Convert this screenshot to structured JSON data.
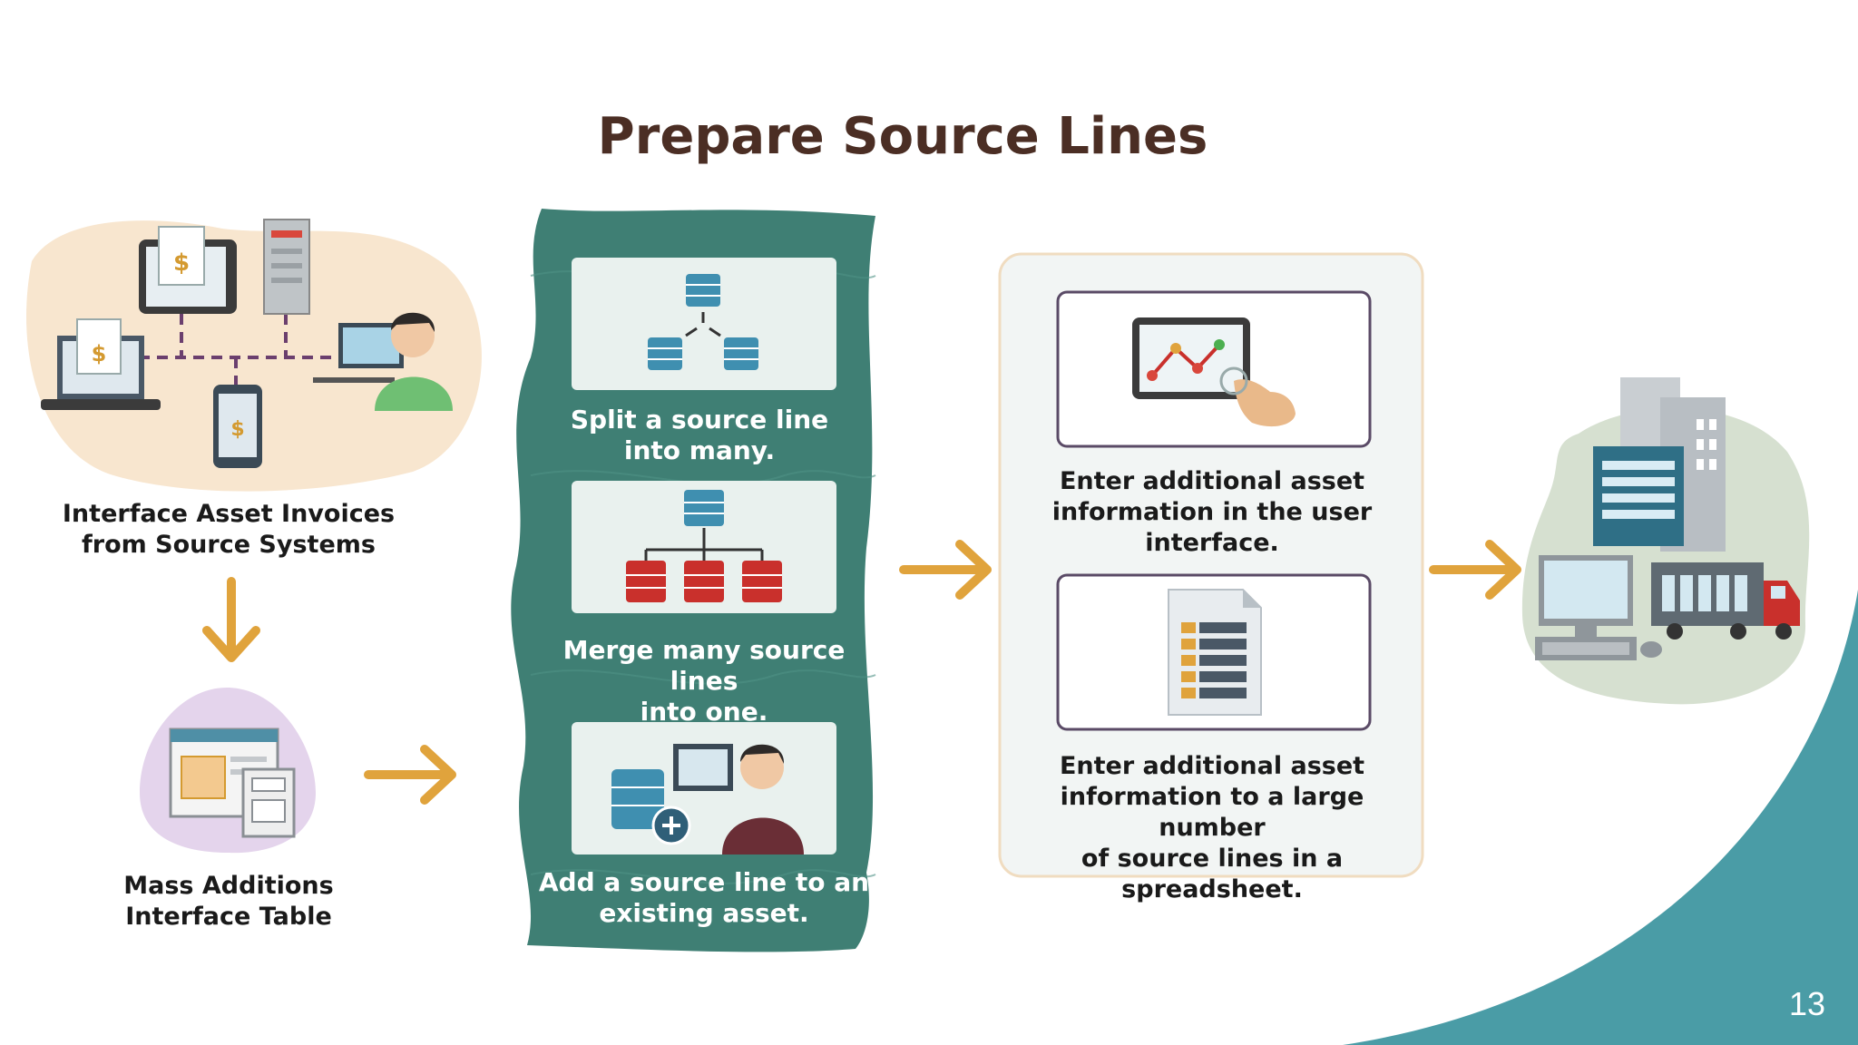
{
  "slide": {
    "title": "Prepare Source Lines",
    "page_number": "13"
  },
  "steps": {
    "interface_invoices": {
      "label": "Interface Asset Invoices\nfrom Source Systems",
      "icons": [
        "tablet-invoice-icon",
        "server-icon",
        "laptop-invoice-icon",
        "phone-invoice-icon",
        "user-desktop-icon"
      ]
    },
    "mass_additions": {
      "label": "Mass Additions\nInterface Table",
      "icons": [
        "interface-table-icon"
      ]
    },
    "source_actions": [
      {
        "label": "Split a source line\ninto many.",
        "icon": "split-database-icon"
      },
      {
        "label": "Merge many source lines\ninto one.",
        "icon": "merge-database-icon"
      },
      {
        "label": "Add a source line to an\nexisting asset.",
        "icon": "add-database-user-icon"
      }
    ],
    "enter_info": [
      {
        "label": "Enter additional asset\ninformation in the user\ninterface.",
        "icon": "touch-chart-icon"
      },
      {
        "label": "Enter additional asset\ninformation to a large number\nof source lines in a spreadsheet.",
        "icon": "spreadsheet-icon"
      }
    ],
    "assets": {
      "icons": [
        "buildings-icon",
        "computer-icon",
        "truck-icon"
      ]
    }
  },
  "colors": {
    "title": "#4b2e24",
    "teal_panel": "#3f7f74",
    "arrow": "#e0a33c",
    "corner_teal": "#4a9ca6",
    "beige_blob": "#f8e6cf",
    "purple_blob": "#e4d4ec",
    "gray_blob": "#d6e0d0",
    "info_panel": "#f2f5f4"
  }
}
